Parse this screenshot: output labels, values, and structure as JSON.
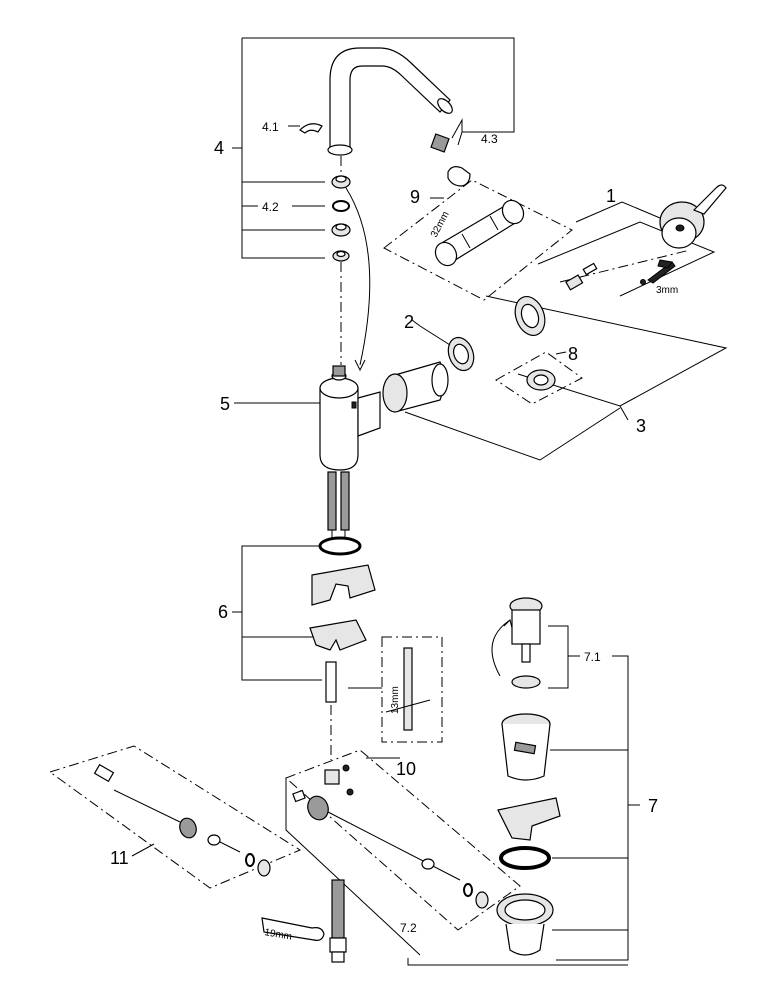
{
  "labels": {
    "l1": "1",
    "l2": "2",
    "l3": "3",
    "l4": "4",
    "l4_1": "4.1",
    "l4_2": "4.2",
    "l4_3": "4.3",
    "l5": "5",
    "l6": "6",
    "l7": "7",
    "l7_1": "7.1",
    "l7_2": "7.2",
    "l8": "8",
    "l9": "9",
    "l10": "10",
    "l11": "11"
  },
  "dimensions": {
    "hex_key": "3mm",
    "tool_9": "32mm",
    "tool_10": "13mm",
    "wrench": "19mm"
  }
}
